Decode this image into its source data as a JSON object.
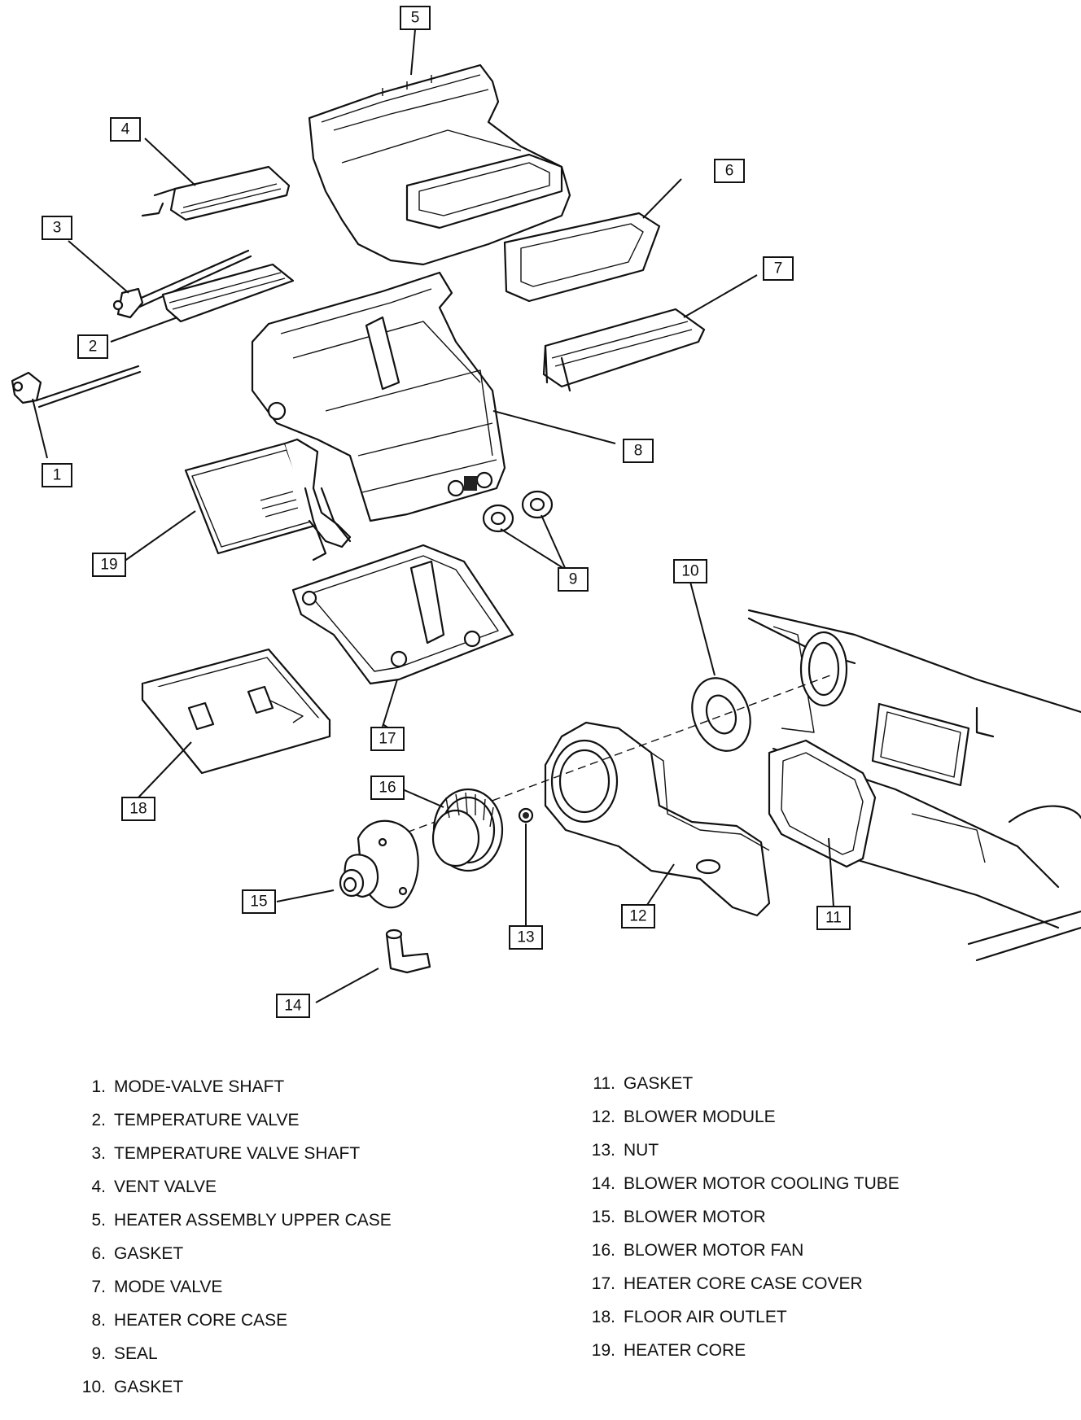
{
  "callouts": [
    "1",
    "2",
    "3",
    "4",
    "5",
    "6",
    "7",
    "8",
    "9",
    "10",
    "11",
    "12",
    "13",
    "14",
    "15",
    "16",
    "17",
    "18",
    "19"
  ],
  "legend": {
    "left": [
      {
        "num": "1.",
        "label": "MODE-VALVE SHAFT"
      },
      {
        "num": "2.",
        "label": "TEMPERATURE VALVE"
      },
      {
        "num": "3.",
        "label": "TEMPERATURE VALVE SHAFT"
      },
      {
        "num": "4.",
        "label": "VENT VALVE"
      },
      {
        "num": "5.",
        "label": "HEATER ASSEMBLY UPPER CASE"
      },
      {
        "num": "6.",
        "label": "GASKET"
      },
      {
        "num": "7.",
        "label": "MODE VALVE"
      },
      {
        "num": "8.",
        "label": "HEATER CORE CASE"
      },
      {
        "num": "9.",
        "label": "SEAL"
      },
      {
        "num": "10.",
        "label": "GASKET"
      }
    ],
    "right": [
      {
        "num": "11.",
        "label": "GASKET"
      },
      {
        "num": "12.",
        "label": "BLOWER MODULE"
      },
      {
        "num": "13.",
        "label": "NUT"
      },
      {
        "num": "14.",
        "label": "BLOWER MOTOR COOLING TUBE"
      },
      {
        "num": "15.",
        "label": "BLOWER MOTOR"
      },
      {
        "num": "16.",
        "label": "BLOWER MOTOR FAN"
      },
      {
        "num": "17.",
        "label": "HEATER CORE CASE COVER"
      },
      {
        "num": "18.",
        "label": "FLOOR AIR OUTLET"
      },
      {
        "num": "19.",
        "label": "HEATER CORE"
      }
    ]
  }
}
